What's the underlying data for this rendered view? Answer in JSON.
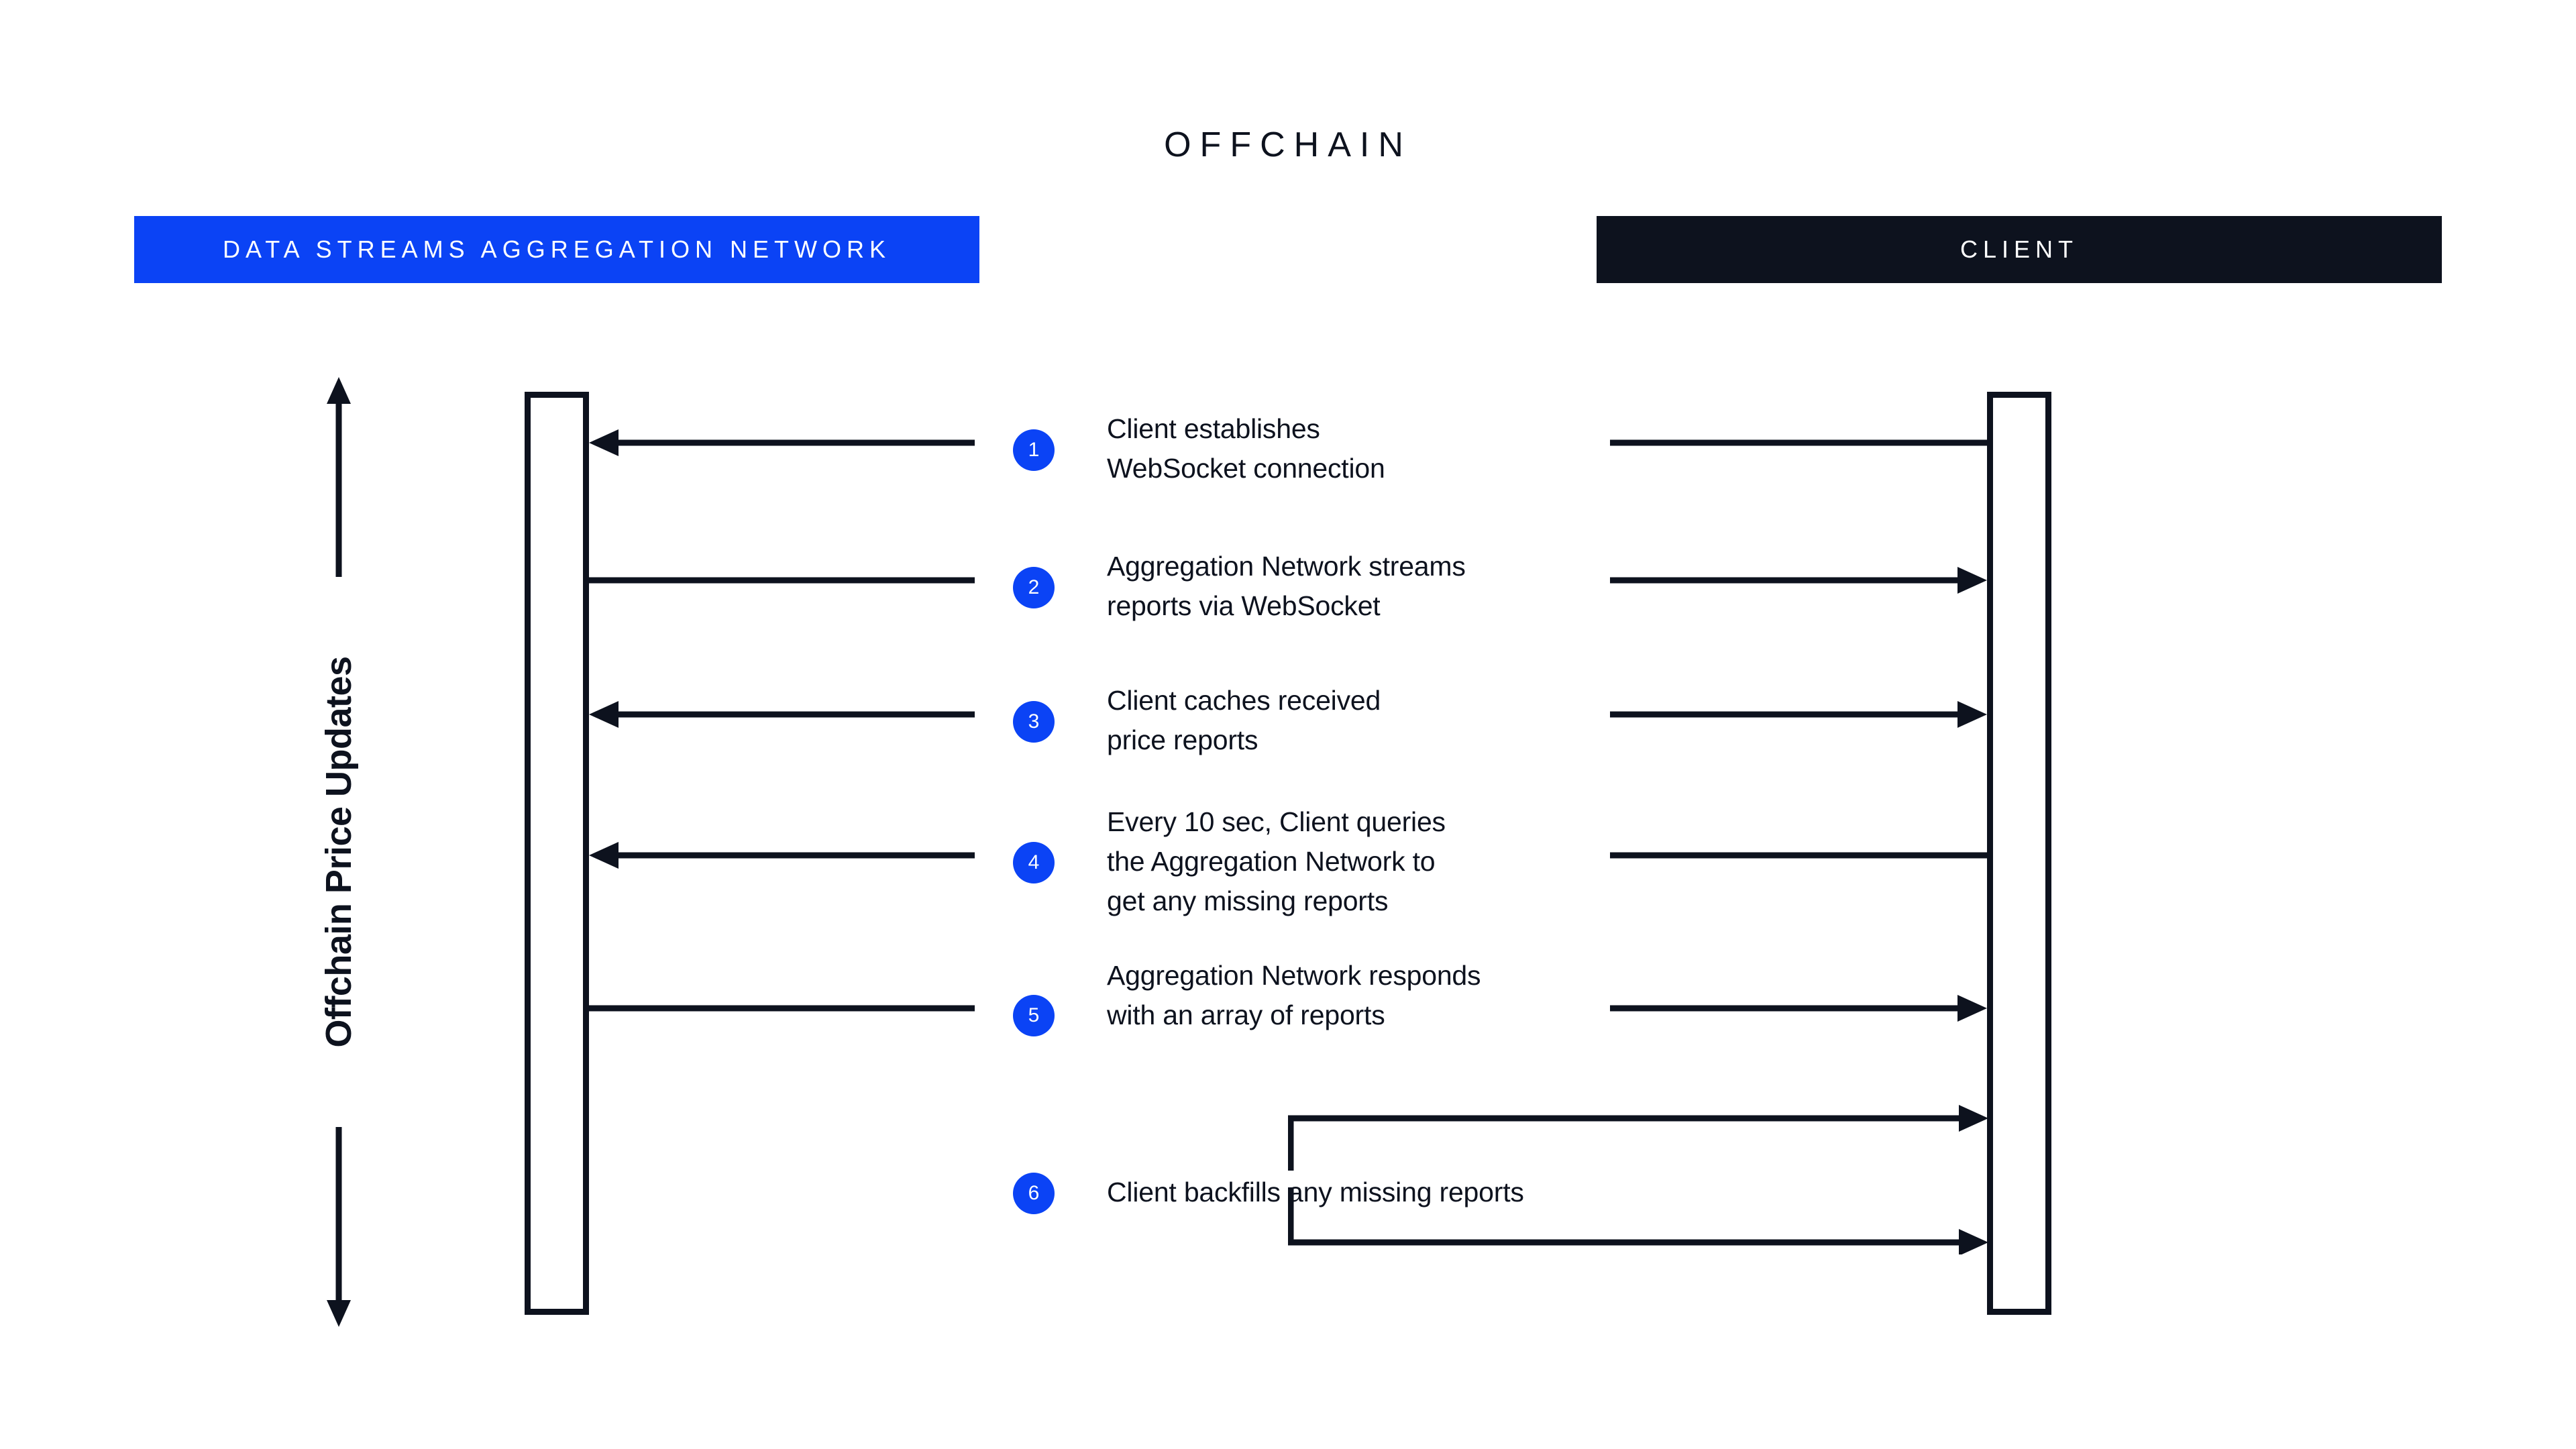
{
  "diagram": {
    "title": "OFFCHAIN",
    "axis_label": "Offchain Price Updates",
    "lanes": [
      {
        "id": "aggregation",
        "label": "DATA STREAMS AGGREGATION NETWORK",
        "color": "#0b43f5"
      },
      {
        "id": "client",
        "label": "CLIENT",
        "color": "#0d121e"
      }
    ],
    "line_color": "#0d121e",
    "accent_color": "#0b43f5",
    "background": "#ffffff",
    "steps": [
      {
        "number": "1",
        "text": "Client establishes\nWebSocket connection",
        "direction": "client-to-aggregation"
      },
      {
        "number": "2",
        "text": "Aggregation Network streams\nreports via WebSocket",
        "direction": "aggregation-to-client"
      },
      {
        "number": "3",
        "text": "Client caches received\nprice reports",
        "direction": "client-to-aggregation"
      },
      {
        "number": "4",
        "text": "Every 10 sec, Client queries\nthe Aggregation Network to\nget any missing reports",
        "direction": "client-to-aggregation"
      },
      {
        "number": "5",
        "text": "Aggregation Network responds\nwith an array of reports",
        "direction": "aggregation-to-client"
      },
      {
        "number": "6",
        "text": "Client backfills any missing reports",
        "direction": "client-self-loop"
      }
    ]
  }
}
